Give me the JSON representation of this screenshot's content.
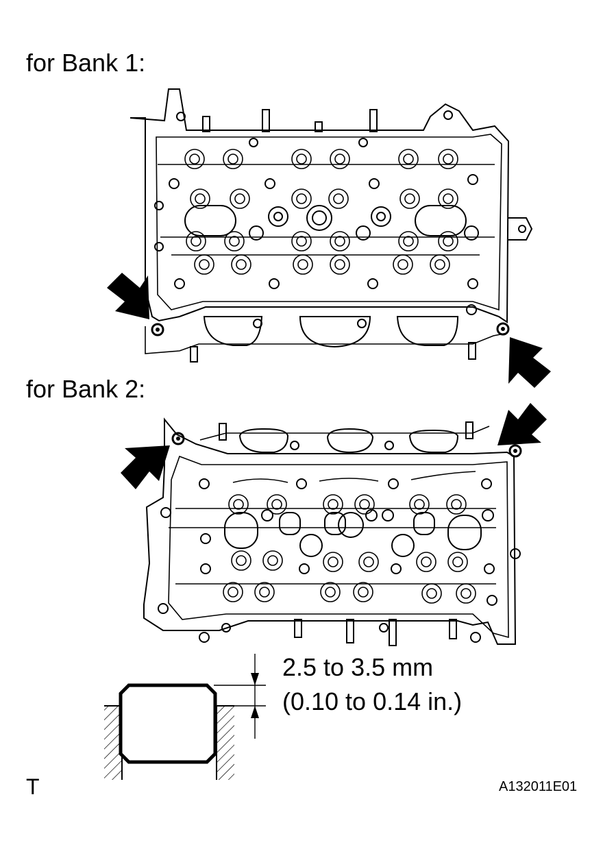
{
  "labels": {
    "bank1": "for Bank 1:",
    "bank2": "for Bank 2:",
    "spec_line1": "2.5 to 3.5 mm",
    "spec_line2": "(0.10 to 0.14 in.)",
    "marker": "T",
    "figure_id": "A132011E01"
  },
  "colors": {
    "line": "#000000",
    "background": "#ffffff"
  },
  "icons": {
    "pointer": "black-arrow-icon",
    "dimension": "dimension-arrow-icon"
  }
}
